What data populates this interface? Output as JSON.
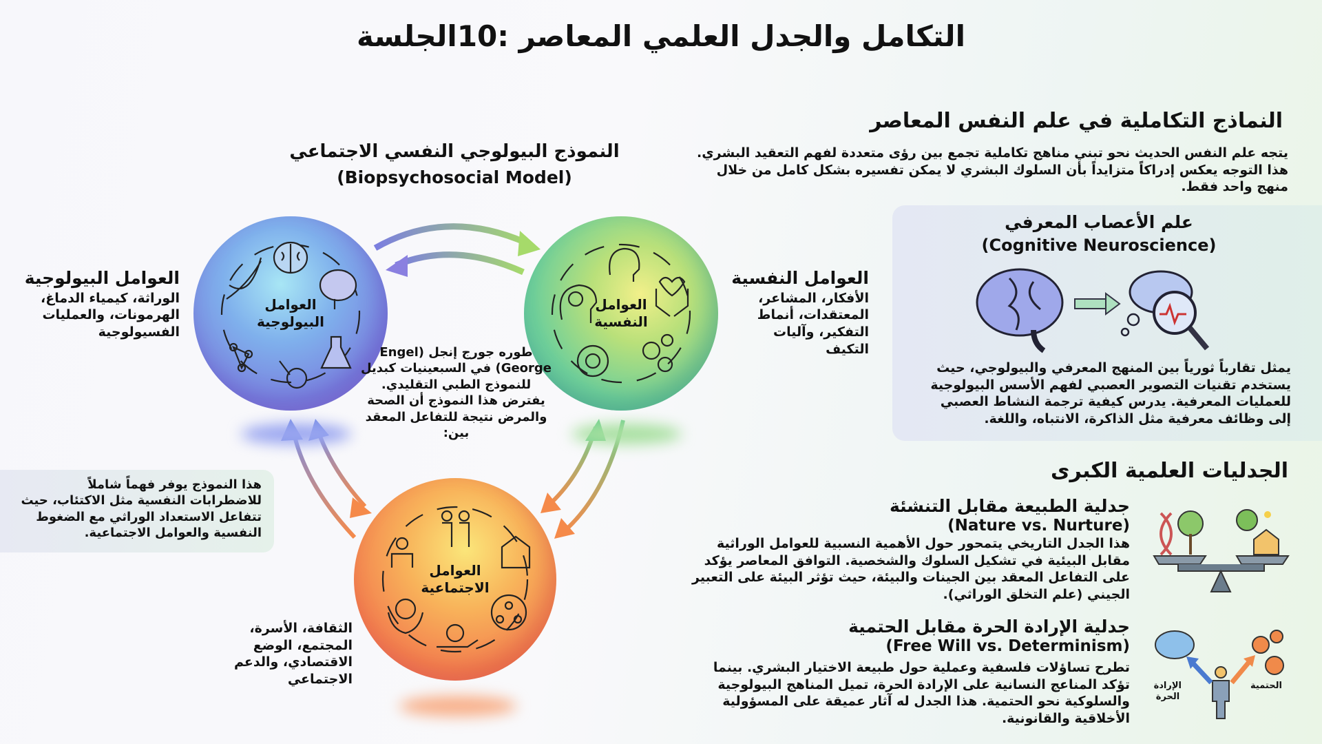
{
  "title": "التكامل والجدل العلمي المعاصر :10الجلسة",
  "model": {
    "title_ar": "النموذج البيولوجي النفسي الاجتماعي",
    "title_en": "(Biopsychosocial Model)",
    "bio": {
      "sphere_label": "العوامل البيولوجية",
      "heading": "العوامل البيولوجية",
      "desc": "الوراثة، كيمياء الدماغ، الهرمونات، والعمليات الفسيولوجية",
      "color": "#6f8fe6",
      "icons": [
        "brain-icon",
        "dna-icon",
        "brain-side-icon",
        "molecule-icon",
        "flask-icon",
        "microscope-icon"
      ]
    },
    "psych": {
      "sphere_label": "العوامل النفسية",
      "heading": "العوامل النفسية",
      "desc": "الأفكار، المشاعر، المعتقدات، أنماط التفكير، وآليات التكيف",
      "color": "#8fd08a",
      "icons": [
        "head-icon",
        "head-brain-icon",
        "heart-hands-icon",
        "gear-icon",
        "gears-icon"
      ]
    },
    "social": {
      "sphere_label": "العوامل الاجتماعية",
      "desc": "الثقافة، الأسرة، المجتمع، الوضع الاقتصادي، والدعم الاجتماعي",
      "color": "#f5894a",
      "icons": [
        "family-icon",
        "building-icon",
        "community-icon",
        "money-hand-icon",
        "money-hands-icon",
        "group-icon"
      ]
    },
    "engel_text": "طوره جورج إنجل (Engel George) في السبعينيات كبديل للنموذج الطبي التقليدي. يفترض هذا النموذج أن الصحة والمرض نتيجة للتفاعل المعقد بين:",
    "note": "هذا النموذج يوفر فهماً شاملاً للاضطرابات النفسية مثل الاكتئاب، حيث تتفاعل الاستعداد الوراثي مع الضغوط النفسية والعوامل الاجتماعية."
  },
  "integrative": {
    "heading": "النماذج التكاملية في علم النفس المعاصر",
    "intro": "يتجه علم النفس الحديث نحو تبني مناهج تكاملية تجمع بين رؤى متعددة لفهم التعقيد البشري. هذا التوجه يعكس إدراكاً متزايداً بأن السلوك البشري لا يمكن تفسيره بشكل كامل من خلال منهج واحد فقط.",
    "cn": {
      "title_ar": "علم الأعصاب المعرفي",
      "title_en": "(Cognitive Neuroscience)",
      "desc": "يمثل تقارباً ثورياً بين المنهج المعرفي والبيولوجي، حيث يستخدم تقنيات التصوير العصبي لفهم الأسس البيولوجية للعمليات المعرفية. يدرس كيفية ترجمة النشاط العصبي إلى وظائف معرفية مثل الذاكرة، الانتباه، واللغة."
    }
  },
  "debates": {
    "heading": "الجدليات العلمية الكبرى",
    "nature": {
      "title_ar": "جدلية الطبيعة مقابل التنشئة",
      "title_en": "(Nature vs. Nurture)",
      "desc": "هذا الجدل التاريخي يتمحور حول الأهمية النسبية للعوامل الوراثية مقابل البيئية في تشكيل السلوك والشخصية. التوافق المعاصر يؤكد على التفاعل المعقد بين الجينات والبيئة، حيث تؤثر البيئة على التعبير الجيني (علم التخلق الوراثي)."
    },
    "freewill": {
      "title_ar": "جدلية الإرادة الحرة مقابل الحتمية",
      "title_en": "(Free Will vs. Determinism)",
      "desc": "تطرح تساؤلات فلسفية وعملية حول طبيعة الاختيار البشري. بينما تؤكد المناعج النسانية على الإرادة الحرة، تميل المناهج البيولوجية والسلوكية نحو الحتمية. هذا الجدل له آثار عميقة على المسؤولية الأخلاقية والقانونية.",
      "label_free": "الإرادة الحرة",
      "label_det": "الحتمية"
    }
  }
}
